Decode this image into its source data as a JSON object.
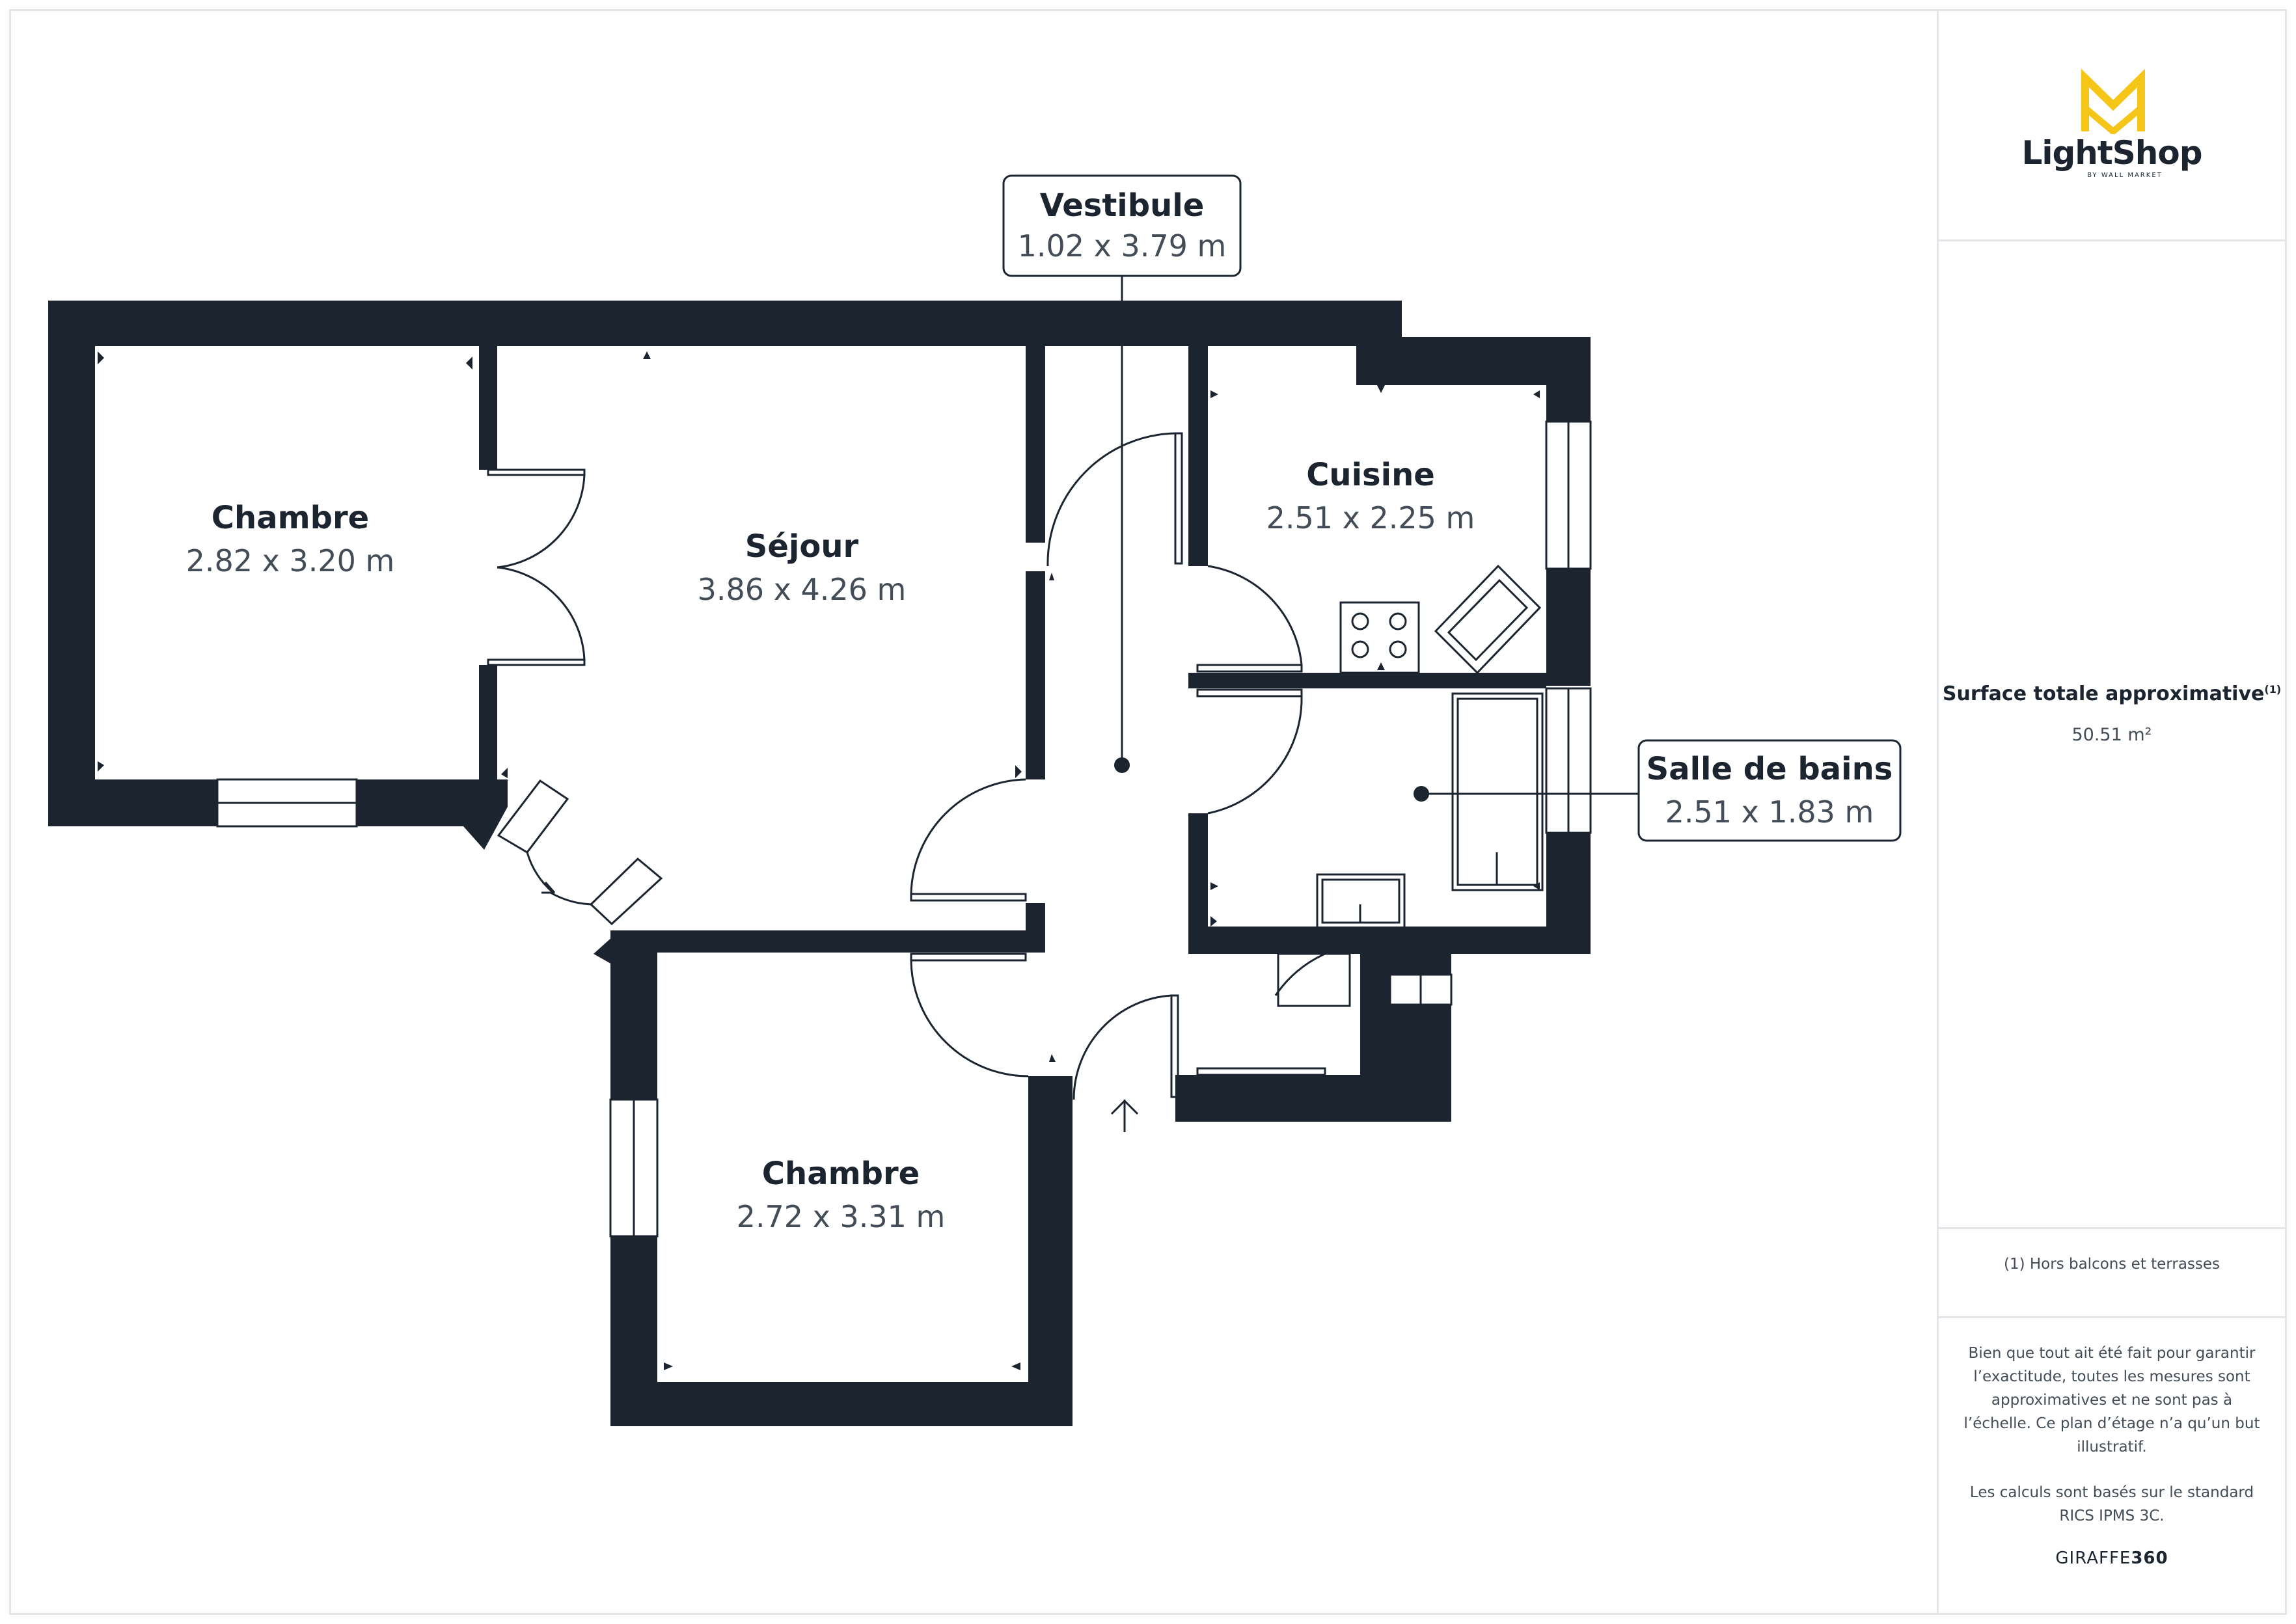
{
  "brand": {
    "name": "LightShop",
    "tagline": "BY WALL MARKET",
    "accent": "#f5c518",
    "ink": "#1c2430"
  },
  "rooms": [
    {
      "id": "chambre1",
      "name": "Chambre",
      "dims": "2.82 x 3.20 m"
    },
    {
      "id": "sejour",
      "name": "Séjour",
      "dims": "3.86 x 4.26 m"
    },
    {
      "id": "vestibule",
      "name": "Vestibule",
      "dims": "1.02 x 3.79 m"
    },
    {
      "id": "cuisine",
      "name": "Cuisine",
      "dims": "2.51 x 2.25 m"
    },
    {
      "id": "sdb",
      "name": "Salle de bains",
      "dims": "2.51 x 1.83 m"
    },
    {
      "id": "chambre2",
      "name": "Chambre",
      "dims": "2.72 x 3.31 m"
    }
  ],
  "summary": {
    "title": "Surface totale approximative",
    "title_note": "(1)",
    "value": "50.51 m²"
  },
  "note": "(1) Hors balcons et terrasses",
  "disclaimer": "Bien que tout ait été fait pour garantir l’exactitude, toutes les mesures sont approximatives et ne sont pas à l’échelle. Ce plan d’étage n’a qu’un but illustratif.",
  "calc_note": "Les calculs sont basés sur le standard RICS IPMS 3C.",
  "footer": {
    "brand_a": "GIRAFFE",
    "brand_b": "360"
  },
  "colors": {
    "wall": "#1c2430",
    "text_secondary": "#444c57",
    "border": "#e3e5e8"
  }
}
